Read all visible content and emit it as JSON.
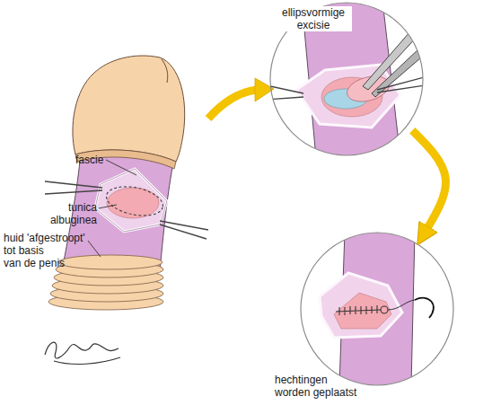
{
  "diagram": {
    "nodes": [
      {
        "text": [
          "ellipsvormige excisie"
        ]
      },
      {
        "text": [
          "hechtingen worden geplaatst"
        ]
      }
    ],
    "edges": [
      {
        "from": 0,
        "to": 1,
        "arrow": "to"
      }
    ],
    "labels": [
      "fascie",
      "tunica albuginea",
      "huid 'afgestroopt' tot basis van de penis"
    ]
  }
}
